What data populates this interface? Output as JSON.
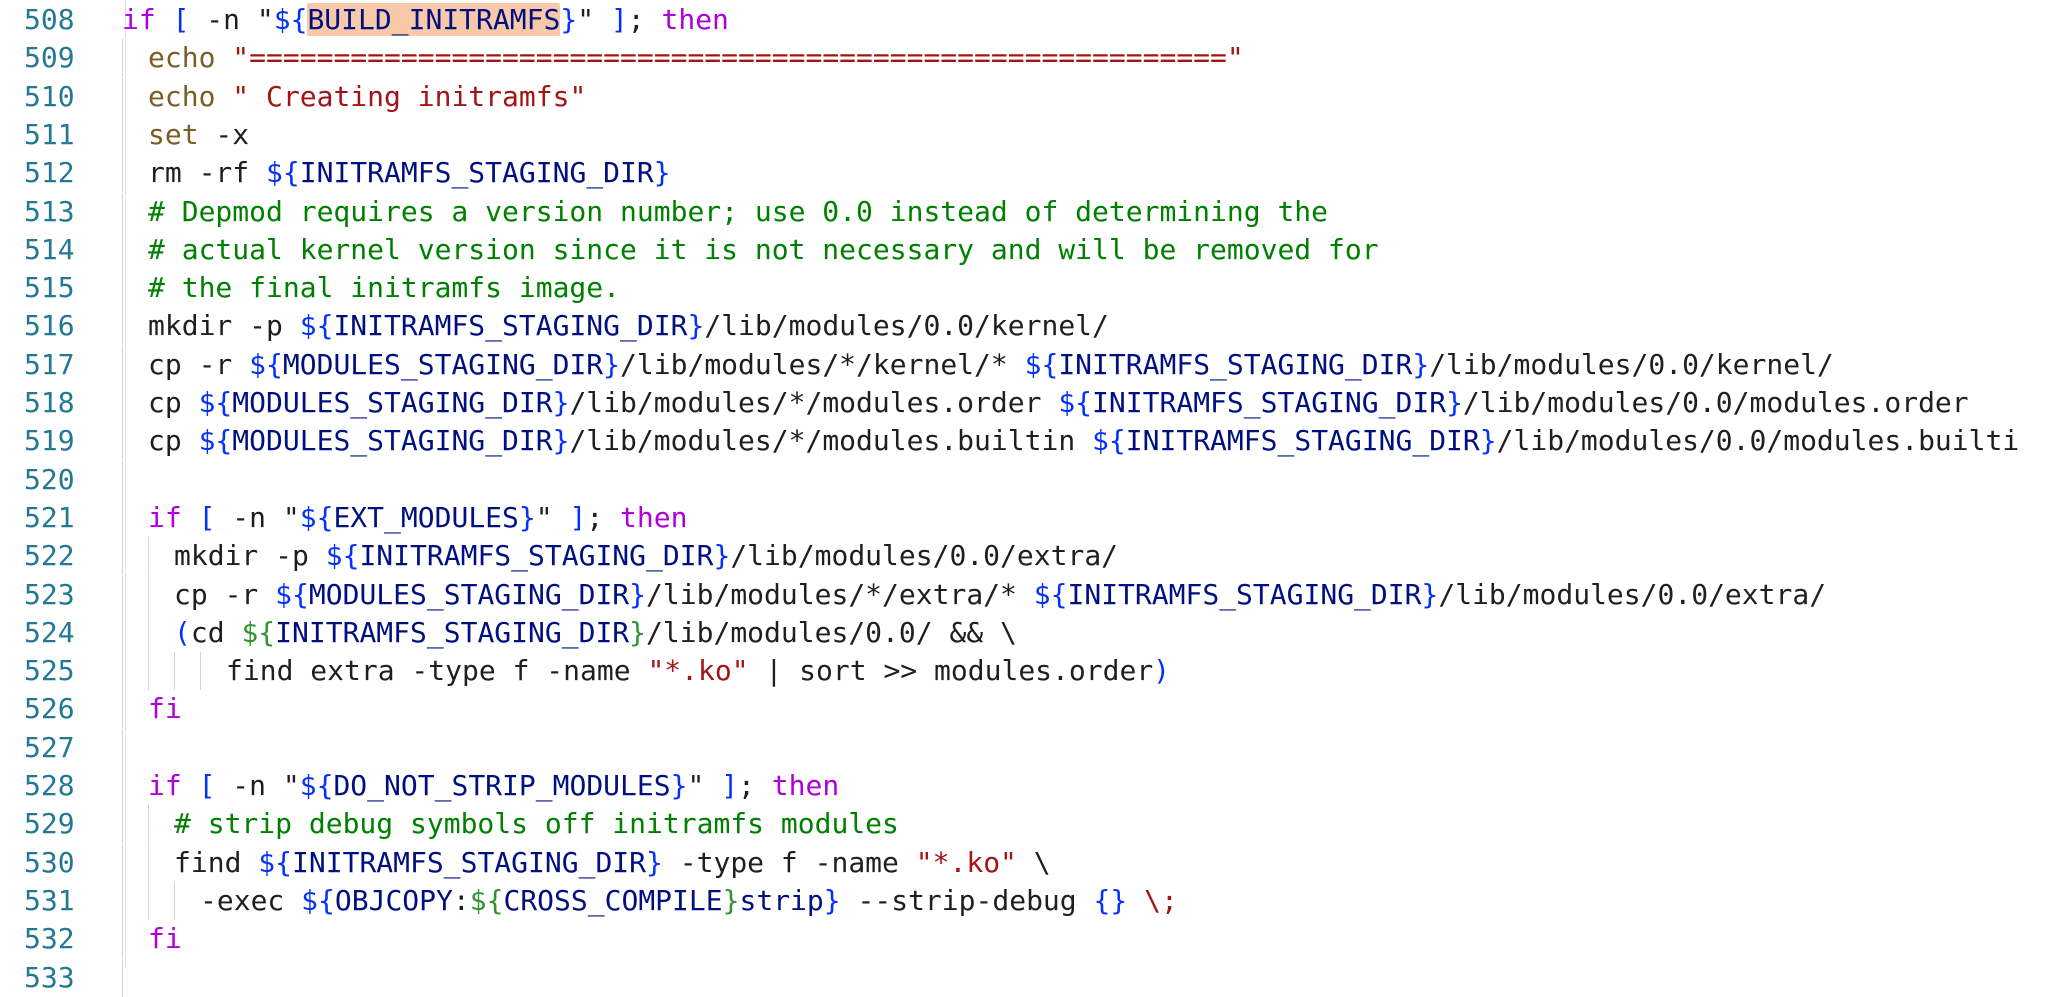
{
  "editor": {
    "colors": {
      "line_number": "#237893",
      "keyword": "#af00db",
      "builtin": "#795e26",
      "string": "#a31515",
      "variable": "#001080",
      "brace": "#0431fa",
      "brace_nested": "#319331",
      "comment": "#008000",
      "highlight": "#f8c9a8"
    },
    "lines": [
      {
        "num": "508",
        "tokens": [
          [
            "kw",
            "if"
          ],
          [
            "plain",
            " "
          ],
          [
            "brace",
            "["
          ],
          [
            "plain",
            " -n \""
          ],
          [
            "brace",
            "${"
          ],
          [
            "hl",
            "BUILD_INITRAMFS"
          ],
          [
            "brace",
            "}"
          ],
          [
            "plain",
            "\" "
          ],
          [
            "brace",
            "]"
          ],
          [
            "plain",
            "; "
          ],
          [
            "kw",
            "then"
          ]
        ]
      },
      {
        "num": "509",
        "tokens": [
          [
            "builtin",
            "echo"
          ],
          [
            "plain",
            " "
          ],
          [
            "str",
            "\"==========================================================\""
          ]
        ]
      },
      {
        "num": "510",
        "tokens": [
          [
            "builtin",
            "echo"
          ],
          [
            "plain",
            " "
          ],
          [
            "str",
            "\" Creating initramfs\""
          ]
        ]
      },
      {
        "num": "511",
        "tokens": [
          [
            "builtin",
            "set"
          ],
          [
            "plain",
            " -x"
          ]
        ]
      },
      {
        "num": "512",
        "tokens": [
          [
            "plain",
            "rm -rf "
          ],
          [
            "brace",
            "${"
          ],
          [
            "var",
            "INITRAMFS_STAGING_DIR"
          ],
          [
            "brace",
            "}"
          ]
        ]
      },
      {
        "num": "513",
        "tokens": [
          [
            "comment",
            "# Depmod requires a version number; use 0.0 instead of determining the"
          ]
        ]
      },
      {
        "num": "514",
        "tokens": [
          [
            "comment",
            "# actual kernel version since it is not necessary and will be removed for"
          ]
        ]
      },
      {
        "num": "515",
        "tokens": [
          [
            "comment",
            "# the final initramfs image."
          ]
        ]
      },
      {
        "num": "516",
        "tokens": [
          [
            "plain",
            "mkdir -p "
          ],
          [
            "brace",
            "${"
          ],
          [
            "var",
            "INITRAMFS_STAGING_DIR"
          ],
          [
            "brace",
            "}"
          ],
          [
            "plain",
            "/lib/modules/0.0/kernel/"
          ]
        ]
      },
      {
        "num": "517",
        "tokens": [
          [
            "plain",
            "cp -r "
          ],
          [
            "brace",
            "${"
          ],
          [
            "var",
            "MODULES_STAGING_DIR"
          ],
          [
            "brace",
            "}"
          ],
          [
            "plain",
            "/lib/modules/*/kernel/* "
          ],
          [
            "brace",
            "${"
          ],
          [
            "var",
            "INITRAMFS_STAGING_DIR"
          ],
          [
            "brace",
            "}"
          ],
          [
            "plain",
            "/lib/modules/0.0/kernel/"
          ]
        ]
      },
      {
        "num": "518",
        "tokens": [
          [
            "plain",
            "cp "
          ],
          [
            "brace",
            "${"
          ],
          [
            "var",
            "MODULES_STAGING_DIR"
          ],
          [
            "brace",
            "}"
          ],
          [
            "plain",
            "/lib/modules/*/modules.order "
          ],
          [
            "brace",
            "${"
          ],
          [
            "var",
            "INITRAMFS_STAGING_DIR"
          ],
          [
            "brace",
            "}"
          ],
          [
            "plain",
            "/lib/modules/0.0/modules.order"
          ]
        ]
      },
      {
        "num": "519",
        "tokens": [
          [
            "plain",
            "cp "
          ],
          [
            "brace",
            "${"
          ],
          [
            "var",
            "MODULES_STAGING_DIR"
          ],
          [
            "brace",
            "}"
          ],
          [
            "plain",
            "/lib/modules/*/modules.builtin "
          ],
          [
            "brace",
            "${"
          ],
          [
            "var",
            "INITRAMFS_STAGING_DIR"
          ],
          [
            "brace",
            "}"
          ],
          [
            "plain",
            "/lib/modules/0.0/modules.builti"
          ]
        ]
      },
      {
        "num": "520",
        "tokens": []
      },
      {
        "num": "521",
        "tokens": [
          [
            "kw",
            "if"
          ],
          [
            "plain",
            " "
          ],
          [
            "brace",
            "["
          ],
          [
            "plain",
            " -n \""
          ],
          [
            "brace",
            "${"
          ],
          [
            "var",
            "EXT_MODULES"
          ],
          [
            "brace",
            "}"
          ],
          [
            "plain",
            "\" "
          ],
          [
            "brace",
            "]"
          ],
          [
            "plain",
            "; "
          ],
          [
            "kw",
            "then"
          ]
        ]
      },
      {
        "num": "522",
        "tokens": [
          [
            "plain",
            "mkdir -p "
          ],
          [
            "brace",
            "${"
          ],
          [
            "var",
            "INITRAMFS_STAGING_DIR"
          ],
          [
            "brace",
            "}"
          ],
          [
            "plain",
            "/lib/modules/0.0/extra/"
          ]
        ]
      },
      {
        "num": "523",
        "tokens": [
          [
            "plain",
            "cp -r "
          ],
          [
            "brace",
            "${"
          ],
          [
            "var",
            "MODULES_STAGING_DIR"
          ],
          [
            "brace",
            "}"
          ],
          [
            "plain",
            "/lib/modules/*/extra/* "
          ],
          [
            "brace",
            "${"
          ],
          [
            "var",
            "INITRAMFS_STAGING_DIR"
          ],
          [
            "brace",
            "}"
          ],
          [
            "plain",
            "/lib/modules/0.0/extra/"
          ]
        ]
      },
      {
        "num": "524",
        "tokens": [
          [
            "brace",
            "("
          ],
          [
            "plain",
            "cd "
          ],
          [
            "brace2",
            "${"
          ],
          [
            "var",
            "INITRAMFS_STAGING_DIR"
          ],
          [
            "brace2",
            "}"
          ],
          [
            "plain",
            "/lib/modules/0.0/ && \\"
          ]
        ]
      },
      {
        "num": "525",
        "tokens": [
          [
            "plain",
            "find extra -type f -name "
          ],
          [
            "str",
            "\"*.ko\""
          ],
          [
            "plain",
            " | sort >> modules.order"
          ],
          [
            "brace",
            ")"
          ]
        ]
      },
      {
        "num": "526",
        "tokens": [
          [
            "kw",
            "fi"
          ]
        ]
      },
      {
        "num": "527",
        "tokens": []
      },
      {
        "num": "528",
        "tokens": [
          [
            "kw",
            "if"
          ],
          [
            "plain",
            " "
          ],
          [
            "brace",
            "["
          ],
          [
            "plain",
            " -n \""
          ],
          [
            "brace",
            "${"
          ],
          [
            "var",
            "DO_NOT_STRIP_MODULES"
          ],
          [
            "brace",
            "}"
          ],
          [
            "plain",
            "\" "
          ],
          [
            "brace",
            "]"
          ],
          [
            "plain",
            "; "
          ],
          [
            "kw",
            "then"
          ]
        ]
      },
      {
        "num": "529",
        "tokens": [
          [
            "comment",
            "# strip debug symbols off initramfs modules"
          ]
        ]
      },
      {
        "num": "530",
        "tokens": [
          [
            "plain",
            "find "
          ],
          [
            "brace",
            "${"
          ],
          [
            "var",
            "INITRAMFS_STAGING_DIR"
          ],
          [
            "brace",
            "}"
          ],
          [
            "plain",
            " -type f -name "
          ],
          [
            "str",
            "\"*.ko\""
          ],
          [
            "plain",
            " \\"
          ]
        ]
      },
      {
        "num": "531",
        "tokens": [
          [
            "plain",
            "-exec "
          ],
          [
            "brace",
            "${"
          ],
          [
            "var",
            "OBJCOPY"
          ],
          [
            "plain",
            ":"
          ],
          [
            "brace2",
            "${"
          ],
          [
            "var",
            "CROSS_COMPILE"
          ],
          [
            "brace2",
            "}"
          ],
          [
            "var",
            "strip"
          ],
          [
            "brace",
            "}"
          ],
          [
            "plain",
            " --strip-debug "
          ],
          [
            "brace",
            "{}"
          ],
          [
            "plain",
            " "
          ],
          [
            "str",
            "\\;"
          ]
        ]
      },
      {
        "num": "532",
        "tokens": [
          [
            "kw",
            "fi"
          ]
        ]
      },
      {
        "num": "533",
        "tokens": []
      }
    ]
  }
}
